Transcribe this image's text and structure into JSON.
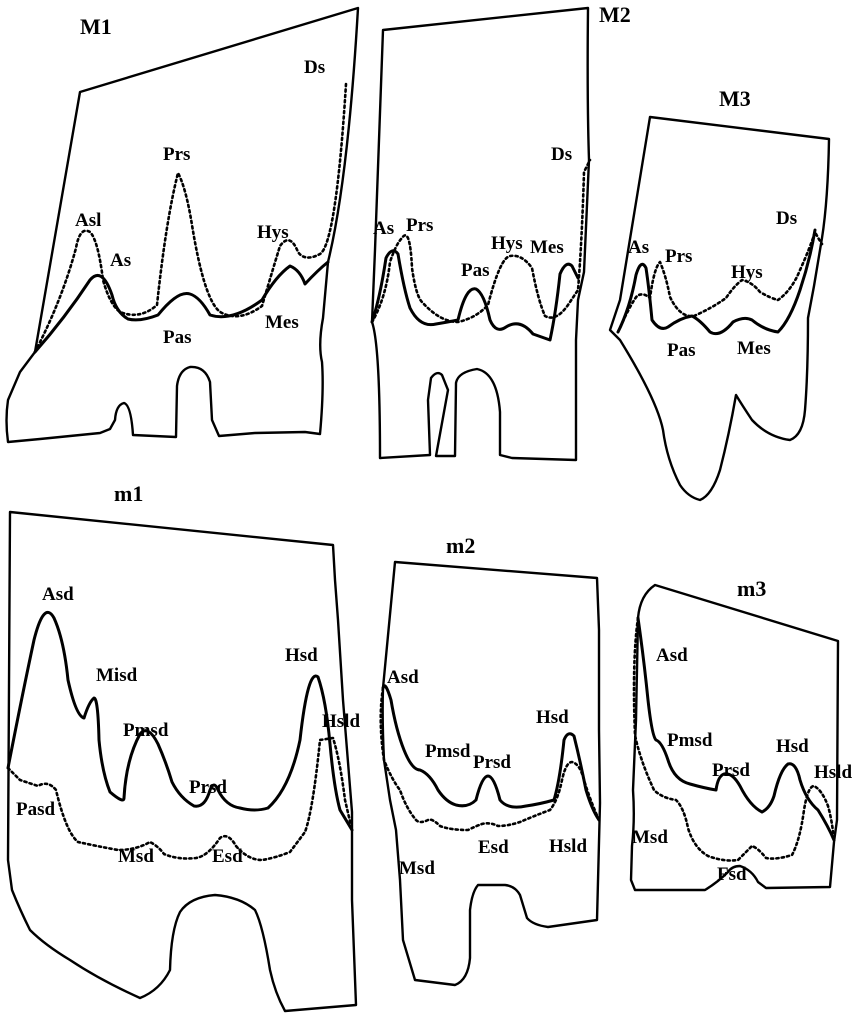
{
  "teeth": {
    "M1": {
      "title": "M1",
      "labels": {
        "Ds": "Ds",
        "Prs": "Prs",
        "Asl": "Asl",
        "As": "As",
        "Hys": "Hys",
        "Pas": "Pas",
        "Mes": "Mes"
      }
    },
    "M2": {
      "title": "M2",
      "labels": {
        "Ds": "Ds",
        "As": "As",
        "Prs": "Prs",
        "Pas": "Pas",
        "Hys": "Hys",
        "Mes": "Mes"
      }
    },
    "M3": {
      "title": "M3",
      "labels": {
        "Ds": "Ds",
        "As": "As",
        "Prs": "Prs",
        "Hys": "Hys",
        "Pas": "Pas",
        "Mes": "Mes"
      }
    },
    "m1": {
      "title": "m1",
      "labels": {
        "Asd": "Asd",
        "Misd": "Misd",
        "Pmsd": "Pmsd",
        "Prsd": "Prsd",
        "Hsd": "Hsd",
        "Hsld": "Hsld",
        "Pasd": "Pasd",
        "Msd": "Msd",
        "Esd": "Esd"
      }
    },
    "m2": {
      "title": "m2",
      "labels": {
        "Asd": "Asd",
        "Pmsd": "Pmsd",
        "Prsd": "Prsd",
        "Hsd": "Hsd",
        "Hsld": "Hsld",
        "Msd": "Msd",
        "Esd": "Esd"
      }
    },
    "m3": {
      "title": "m3",
      "labels": {
        "Asd": "Asd",
        "Pmsd": "Pmsd",
        "Prsd": "Prsd",
        "Hsd": "Hsd",
        "Hsld": "Hsld",
        "Msd": "Msd",
        "Fsd": "Fsd"
      }
    }
  }
}
